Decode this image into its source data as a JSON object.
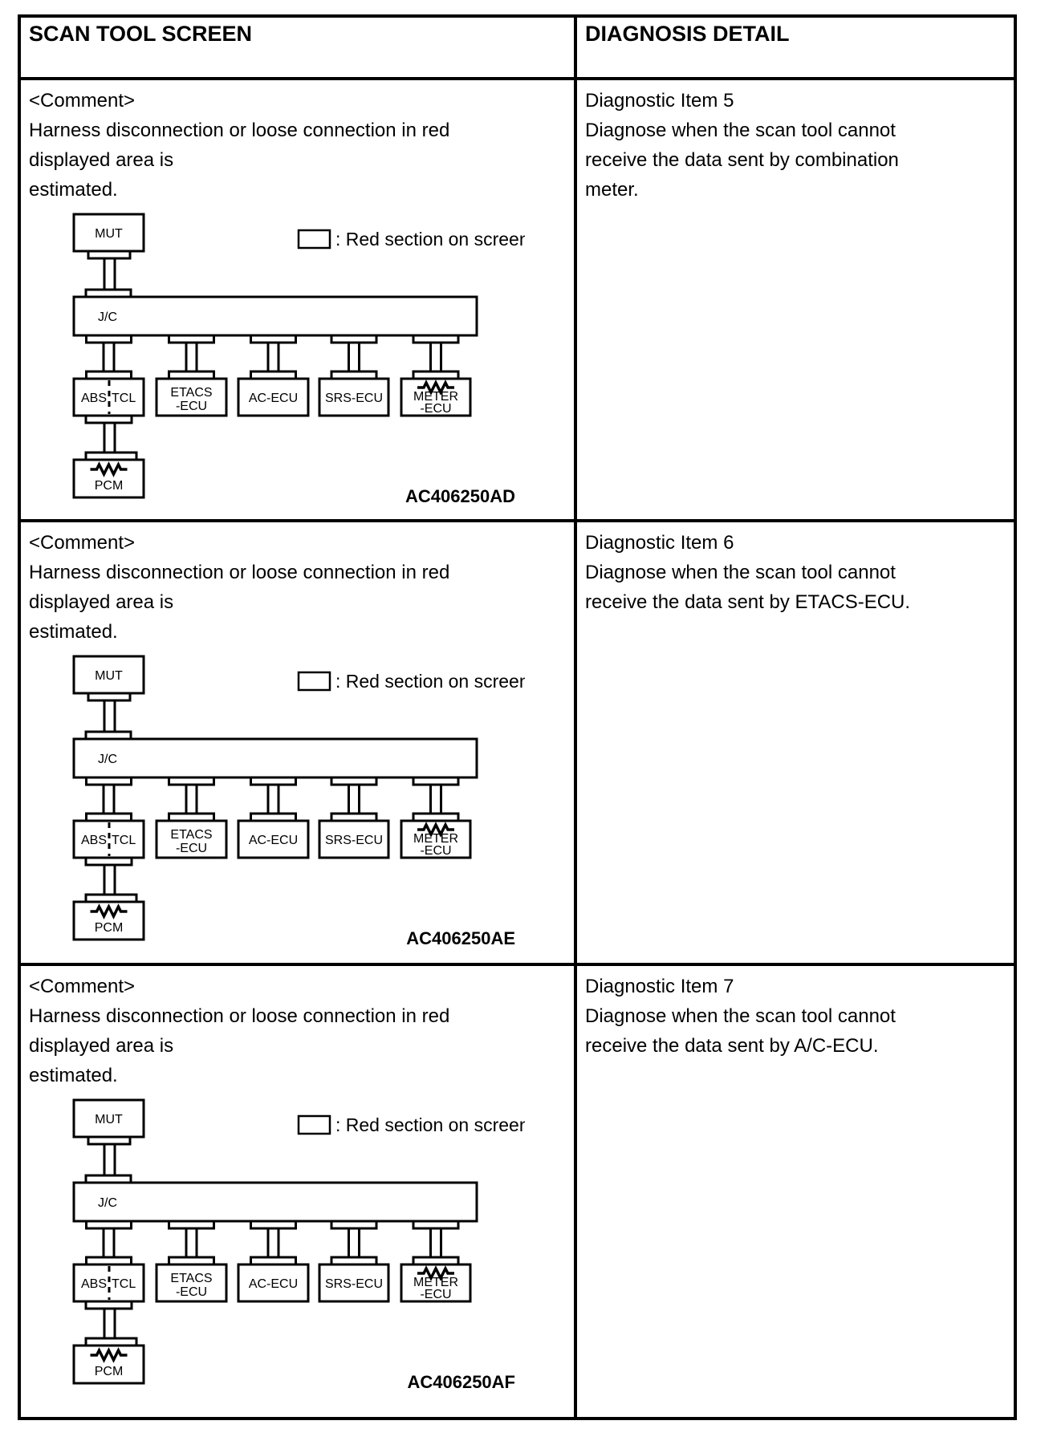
{
  "header": {
    "col1": "SCAN TOOL SCREEN",
    "col2": "DIAGNOSIS DETAIL"
  },
  "legend": {
    "label": ": Red section on screen"
  },
  "diagram": {
    "nodes": {
      "mut": "MUT",
      "jc": "J/C",
      "abs_left": "ABS",
      "abs_right": "TCL",
      "etacs_line1": "ETACS",
      "etacs_line2": "-ECU",
      "ac": "AC-ECU",
      "srs": "SRS-ECU",
      "meter_line1": "METER",
      "meter_line2": "-ECU",
      "pcm": "PCM"
    }
  },
  "colors": {
    "ink": "#000000",
    "background": "#ffffff"
  },
  "rows": [
    {
      "comment_lines": [
        "<Comment>",
        "Harness disconnection or loose connection in red",
        "displayed area is",
        "estimated."
      ],
      "detail_lines": [
        "Diagnostic Item 5",
        "Diagnose when the scan tool cannot",
        "receive the data sent by combination",
        "meter."
      ],
      "diagram_code": "AC406250AD"
    },
    {
      "comment_lines": [
        "<Comment>",
        "Harness disconnection or loose connection in red",
        "displayed area is",
        "estimated."
      ],
      "detail_lines": [
        "Diagnostic Item 6",
        "Diagnose when the scan tool cannot",
        "receive the data sent by ETACS-ECU."
      ],
      "diagram_code": "AC406250AE"
    },
    {
      "comment_lines": [
        "<Comment>",
        "Harness disconnection or loose connection in red",
        "displayed area is",
        "estimated."
      ],
      "detail_lines": [
        "Diagnostic Item 7",
        "Diagnose when the scan tool cannot",
        "receive the data sent by A/C-ECU."
      ],
      "diagram_code": "AC406250AF"
    }
  ]
}
